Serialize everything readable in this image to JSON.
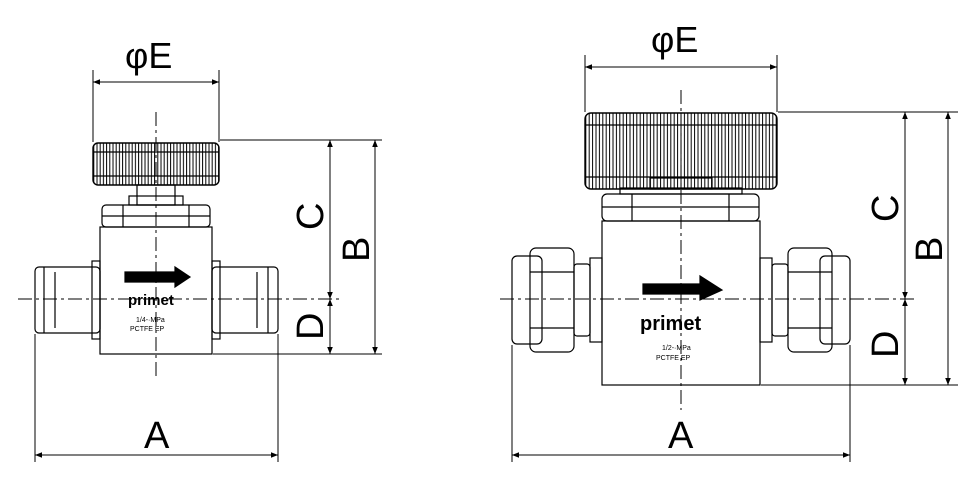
{
  "left_valve": {
    "dim_e": "φE",
    "dim_a": "A",
    "dim_b": "B",
    "dim_c": "C",
    "dim_d": "D",
    "brand": "primet",
    "rating": "1/4-·MPa",
    "materials": "PCTFE    EP"
  },
  "right_valve": {
    "dim_e": "φE",
    "dim_a": "A",
    "dim_b": "B",
    "dim_c": "C",
    "dim_d": "D",
    "brand": "primet",
    "rating": "1/2-·MPa",
    "materials": "PCTFE    EP"
  },
  "colors": {
    "line": "#000000",
    "background": "#ffffff"
  }
}
